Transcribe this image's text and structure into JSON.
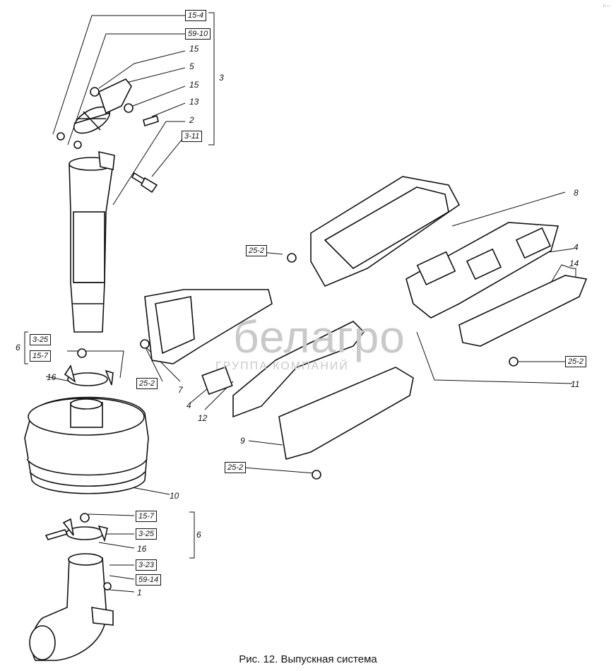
{
  "diagram": {
    "caption": "Рис. 12. Выпускная система",
    "watermark": {
      "brand": "белагро",
      "sub": "ГРУППА КОМПАНИЙ"
    },
    "corner_mark": "ᵣ…",
    "part_labels": {
      "n15a": "15",
      "n5": "5",
      "n15b": "15",
      "n13": "13",
      "n2": "2",
      "n3": "3",
      "n8": "8",
      "n4a": "4",
      "n14": "14",
      "n7": "7",
      "n4b": "4",
      "n12": "12",
      "n11": "11",
      "n9": "9",
      "n10": "10",
      "n16a": "16",
      "n6a": "6",
      "n16b": "16",
      "n6b": "6",
      "n1": "1"
    },
    "ref_boxes": {
      "r15_4": "15-4",
      "r59_10": "59-10",
      "r3_11": "3-11",
      "r25_2a": "25-2",
      "r25_2b": "25-2",
      "r25_2c": "25-2",
      "r25_2d": "25-2",
      "r3_25a": "3-25",
      "r15_7a": "15-7",
      "r15_7b": "15-7",
      "r3_25b": "3-25",
      "r3_23": "3-23",
      "r59_14": "59-14"
    }
  }
}
